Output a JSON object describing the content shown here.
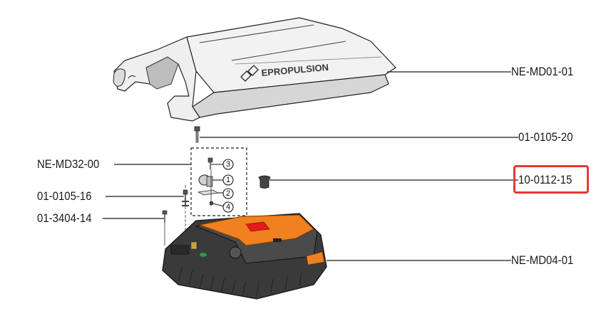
{
  "diagram": {
    "type": "exploded-parts-diagram",
    "brand_text": "EPROPULSION",
    "colors": {
      "line": "#1a1a1a",
      "housing_top": "#f08020",
      "housing_body": "#3a3a3a",
      "cover": "#e8e8e8",
      "highlight": "#e53935",
      "label_red": "#e11c1c"
    },
    "parts": [
      {
        "id": "NE-MD01-01",
        "label": "NE-MD01-01",
        "desc": "top cover"
      },
      {
        "id": "01-0105-20",
        "label": "01-0105-20",
        "desc": "screw"
      },
      {
        "id": "NE-MD32-00",
        "label": "NE-MD32-00",
        "desc": "sub-assembly group"
      },
      {
        "id": "10-0112-15",
        "label": "10-0112-15",
        "desc": "plug / cap",
        "highlighted": true
      },
      {
        "id": "01-0105-16",
        "label": "01-0105-16",
        "desc": "screw with washers"
      },
      {
        "id": "01-3404-14",
        "label": "01-3404-14",
        "desc": "screw"
      },
      {
        "id": "NE-MD04-01",
        "label": "NE-MD04-01",
        "desc": "controller housing"
      }
    ],
    "subassembly_numbers": [
      "3",
      "1",
      "2",
      "4"
    ]
  }
}
